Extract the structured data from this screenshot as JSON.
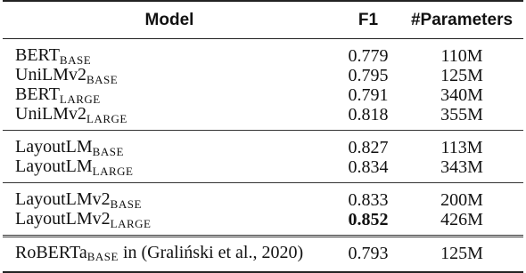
{
  "table": {
    "headers": {
      "model": "Model",
      "f1": "F1",
      "params": "#Parameters"
    },
    "groups": [
      {
        "rows": [
          {
            "model": "BERT",
            "sub": "BASE",
            "f1": "0.779",
            "params": "110M"
          },
          {
            "model": "UniLMv2",
            "sub": "BASE",
            "f1": "0.795",
            "params": "125M"
          },
          {
            "model": "BERT",
            "sub": "LARGE",
            "f1": "0.791",
            "params": "340M"
          },
          {
            "model": "UniLMv2",
            "sub": "LARGE",
            "f1": "0.818",
            "params": "355M"
          }
        ]
      },
      {
        "rows": [
          {
            "model": "LayoutLM",
            "sub": "BASE",
            "f1": "0.827",
            "params": "113M"
          },
          {
            "model": "LayoutLM",
            "sub": "LARGE",
            "f1": "0.834",
            "params": "343M"
          }
        ]
      },
      {
        "rows": [
          {
            "model": "LayoutLMv2",
            "sub": "BASE",
            "f1": "0.833",
            "params": "200M"
          },
          {
            "model": "LayoutLMv2",
            "sub": "LARGE",
            "f1": "0.852",
            "params": "426M",
            "f1_bold": true
          }
        ]
      },
      {
        "rows": [
          {
            "model": "RoBERTa",
            "sub": "BASE",
            "suffix": " in (Graliński et al., 2020)",
            "f1": "0.793",
            "params": "125M"
          }
        ]
      }
    ]
  }
}
